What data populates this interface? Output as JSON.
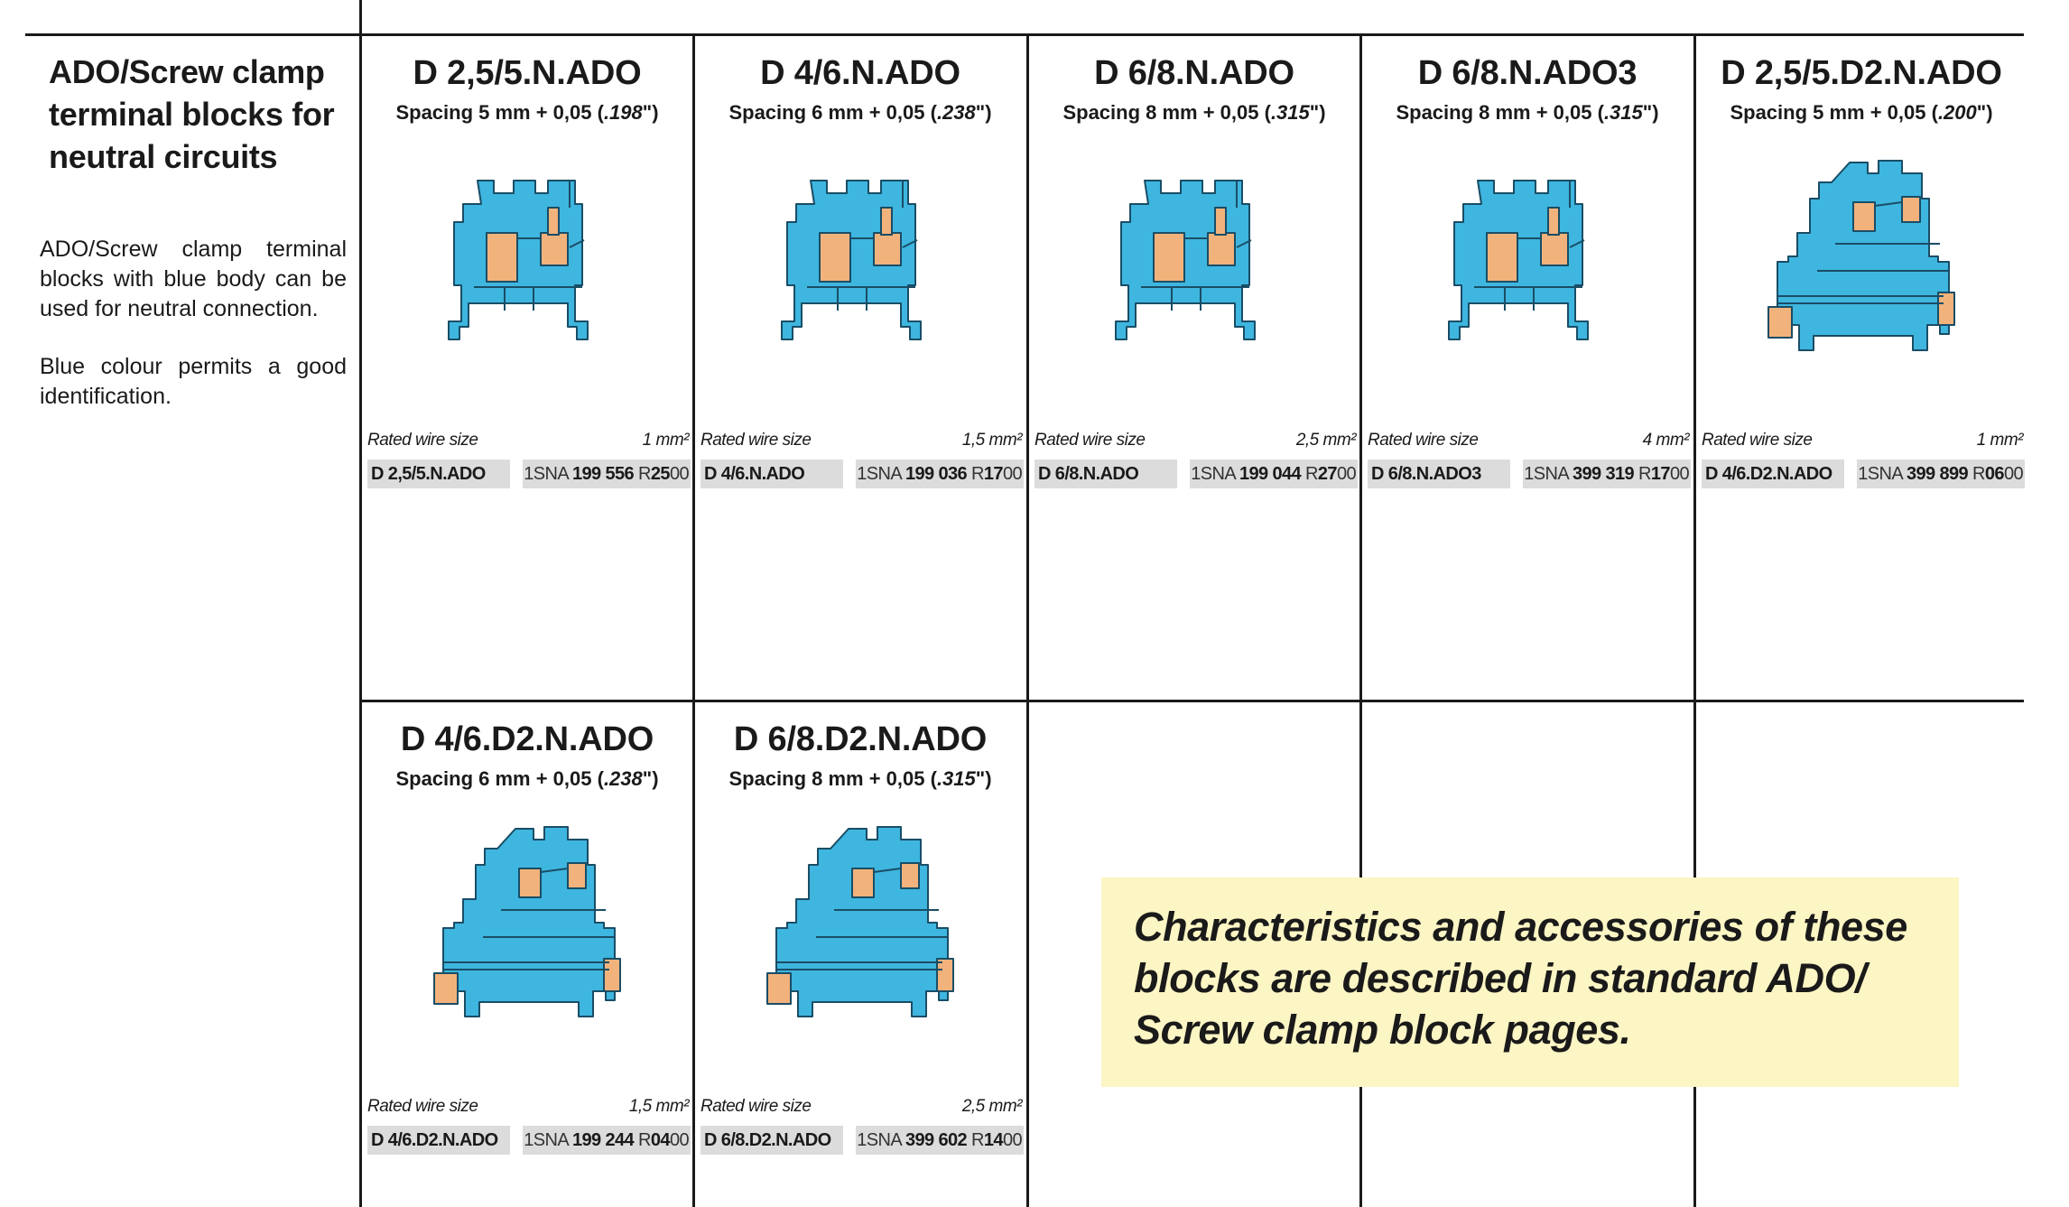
{
  "intro": {
    "title": "ADO/Screw clamp terminal blocks for neutral circuits",
    "para1": "ADO/Screw clamp terminal blocks with blue body can be used for neutral connection.",
    "para2": "Blue colour permits a good identification."
  },
  "colors": {
    "body_blue": "#3eb6df",
    "contact_orange": "#f2b27c",
    "label_grey": "#dcdcdc",
    "note_yellow": "#fcf5c4"
  },
  "rated_label": "Rated wire size",
  "products": [
    {
      "title": "D 2,5/5.N.ADO",
      "spacing_pre": "Spacing 5 mm + 0,05 (",
      "spacing_in": ".198",
      "spacing_post": "\")",
      "rated": "1 mm²",
      "type": "D 2,5/5.N.ADO",
      "code_pre": "1SNA ",
      "code_bold": "199 556",
      "code_mid": " R",
      "code_bold2": "25",
      "code_end": "00",
      "drawing": "single"
    },
    {
      "title": "D 4/6.N.ADO",
      "spacing_pre": "Spacing 6 mm + 0,05 (",
      "spacing_in": ".238",
      "spacing_post": "\")",
      "rated": "1,5 mm²",
      "type": "D 4/6.N.ADO",
      "code_pre": "1SNA ",
      "code_bold": "199 036",
      "code_mid": " R",
      "code_bold2": "17",
      "code_end": "00",
      "drawing": "single"
    },
    {
      "title": "D 6/8.N.ADO",
      "spacing_pre": "Spacing 8 mm + 0,05 (",
      "spacing_in": ".315",
      "spacing_post": "\")",
      "rated": "2,5 mm²",
      "type": "D 6/8.N.ADO",
      "code_pre": "1SNA ",
      "code_bold": "199 044",
      "code_mid": " R",
      "code_bold2": "27",
      "code_end": "00",
      "drawing": "single"
    },
    {
      "title": "D 6/8.N.ADO3",
      "spacing_pre": "Spacing 8 mm + 0,05 (",
      "spacing_in": ".315",
      "spacing_post": "\")",
      "rated": "4 mm²",
      "type": "D 6/8.N.ADO3",
      "code_pre": "1SNA ",
      "code_bold": "399 319",
      "code_mid": " R",
      "code_bold2": "17",
      "code_end": "00",
      "drawing": "single"
    },
    {
      "title": "D 2,5/5.D2.N.ADO",
      "spacing_pre": "Spacing 5 mm + 0,05 (",
      "spacing_in": ".200",
      "spacing_post": "\")",
      "rated": "1 mm²",
      "type": "D 4/6.D2.N.ADO",
      "code_pre": "1SNA ",
      "code_bold": "399 899",
      "code_mid": " R",
      "code_bold2": "06",
      "code_end": "00",
      "drawing": "double"
    },
    {
      "title": "D 4/6.D2.N.ADO",
      "spacing_pre": "Spacing 6 mm + 0,05 (",
      "spacing_in": ".238",
      "spacing_post": "\")",
      "rated": "1,5 mm²",
      "type": "D 4/6.D2.N.ADO",
      "code_pre": "1SNA ",
      "code_bold": "199 244",
      "code_mid": " R",
      "code_bold2": "04",
      "code_end": "00",
      "drawing": "double"
    },
    {
      "title": "D 6/8.D2.N.ADO",
      "spacing_pre": "Spacing 8 mm + 0,05 (",
      "spacing_in": ".315",
      "spacing_post": "\")",
      "rated": "2,5 mm²",
      "type": "D 6/8.D2.N.ADO",
      "code_pre": "1SNA ",
      "code_bold": "399 602",
      "code_mid": " R",
      "code_bold2": "14",
      "code_end": "00",
      "drawing": "double"
    }
  ],
  "note": "Characteristics and accessories of these blocks are described in standard ADO/ Screw clamp block pages."
}
